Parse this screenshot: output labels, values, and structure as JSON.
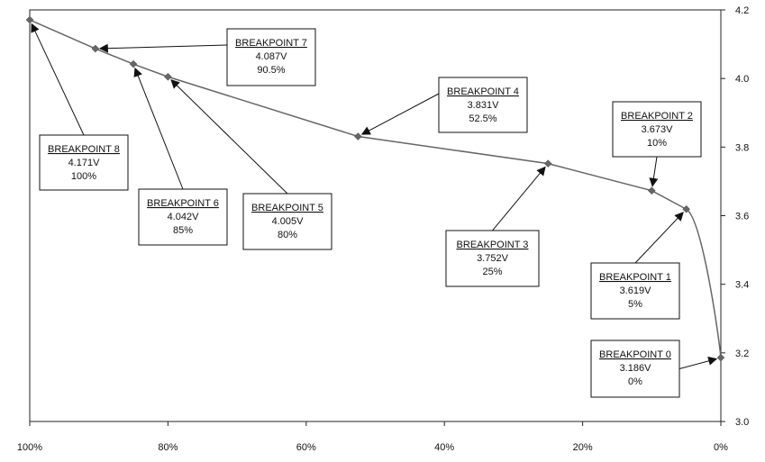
{
  "chart_data": {
    "type": "line",
    "title": "",
    "xlabel": "",
    "ylabel": "",
    "x_reversed": true,
    "xlim": [
      0,
      100
    ],
    "ylim": [
      3.0,
      4.2
    ],
    "x_ticks": [
      {
        "value": 100,
        "label": "100%"
      },
      {
        "value": 80,
        "label": "80%"
      },
      {
        "value": 60,
        "label": "60%"
      },
      {
        "value": 40,
        "label": "40%"
      },
      {
        "value": 20,
        "label": "20%"
      },
      {
        "value": 0,
        "label": "0%"
      }
    ],
    "y_ticks": [
      {
        "value": 4.2,
        "label": "4.2"
      },
      {
        "value": 4.0,
        "label": "4.0"
      },
      {
        "value": 3.8,
        "label": "3.8"
      },
      {
        "value": 3.6,
        "label": "3.6"
      },
      {
        "value": 3.4,
        "label": "3.4"
      },
      {
        "value": 3.2,
        "label": "3.2"
      },
      {
        "value": 3.0,
        "label": "3.0"
      }
    ],
    "grid": false,
    "y_axis_side": "right",
    "line_color": "#666666",
    "marker_color": "#666666",
    "series": [
      {
        "points": [
          {
            "x": 100,
            "y": 4.171
          },
          {
            "x": 90.5,
            "y": 4.087
          },
          {
            "x": 85,
            "y": 4.042
          },
          {
            "x": 80,
            "y": 4.005
          },
          {
            "x": 52.5,
            "y": 3.831
          },
          {
            "x": 25,
            "y": 3.752
          },
          {
            "x": 10,
            "y": 3.673
          },
          {
            "x": 5,
            "y": 3.619
          },
          {
            "x": 0,
            "y": 3.186
          }
        ]
      }
    ],
    "annotations": [
      {
        "name": "BREAKPOINT 8",
        "voltage": "4.171V",
        "percent": "100%",
        "x": 100,
        "y": 4.171
      },
      {
        "name": "BREAKPOINT 7",
        "voltage": "4.087V",
        "percent": "90.5%",
        "x": 90.5,
        "y": 4.087
      },
      {
        "name": "BREAKPOINT 6",
        "voltage": "4.042V",
        "percent": "85%",
        "x": 85,
        "y": 4.042
      },
      {
        "name": "BREAKPOINT 5",
        "voltage": "4.005V",
        "percent": "80%",
        "x": 80,
        "y": 4.005
      },
      {
        "name": "BREAKPOINT 4",
        "voltage": "3.831V",
        "percent": "52.5%",
        "x": 52.5,
        "y": 3.831
      },
      {
        "name": "BREAKPOINT 3",
        "voltage": "3.752V",
        "percent": "25%",
        "x": 25,
        "y": 3.752
      },
      {
        "name": "BREAKPOINT 2",
        "voltage": "3.673V",
        "percent": "10%",
        "x": 10,
        "y": 3.673
      },
      {
        "name": "BREAKPOINT 1",
        "voltage": "3.619V",
        "percent": "5%",
        "x": 5,
        "y": 3.619
      },
      {
        "name": "BREAKPOINT 0",
        "voltage": "3.186V",
        "percent": "0%",
        "x": 0,
        "y": 3.186
      }
    ]
  }
}
